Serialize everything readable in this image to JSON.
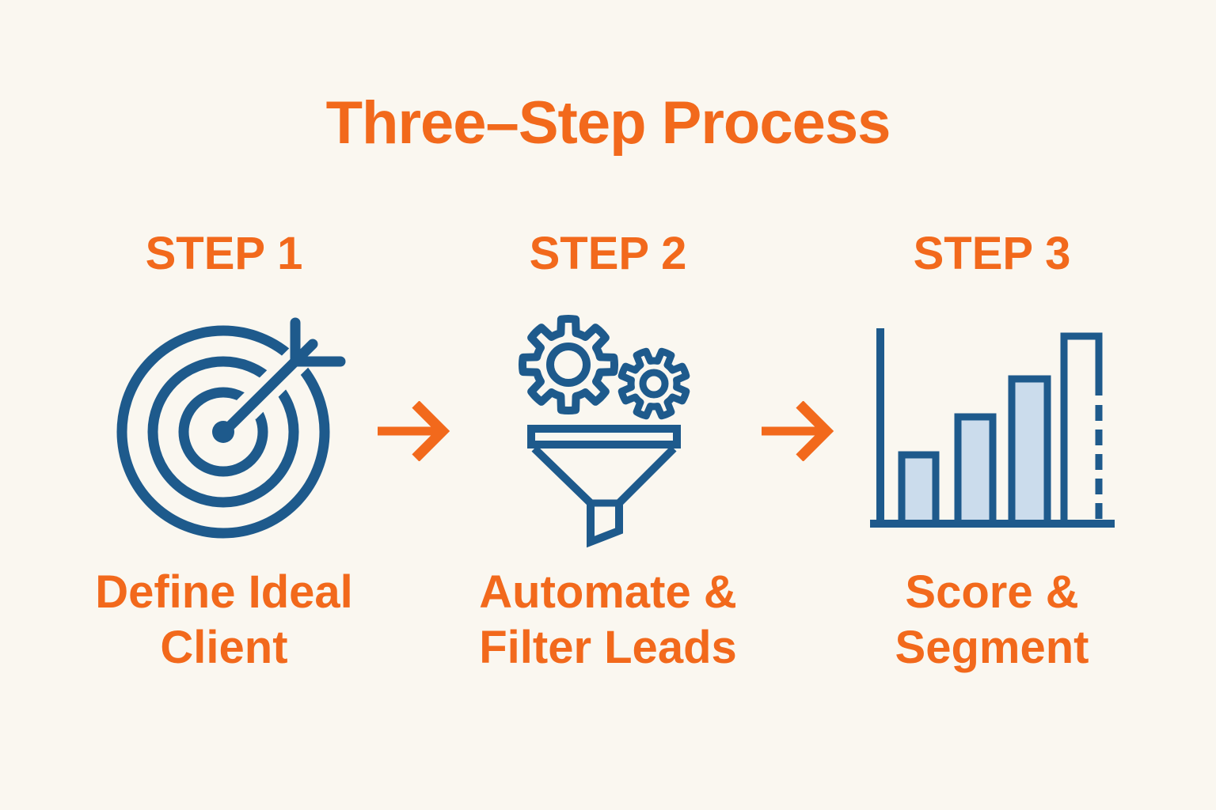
{
  "title": "Three–Step Process",
  "colors": {
    "accent_orange": "#F2691C",
    "icon_blue": "#1E5A8C",
    "icon_bar_fill": "#CBDCEC",
    "background": "#FAF7F0"
  },
  "steps": [
    {
      "label": "STEP 1",
      "icon": "target-bullseye-icon",
      "caption": "Define Ideal\nClient"
    },
    {
      "label": "STEP 2",
      "icon": "gears-funnel-icon",
      "caption": "Automate &\nFilter Leads"
    },
    {
      "label": "STEP 3",
      "icon": "bar-chart-icon",
      "caption": "Score &\nSegment"
    }
  ],
  "arrows": [
    {
      "icon": "right-arrow-icon"
    },
    {
      "icon": "right-arrow-icon"
    }
  ]
}
